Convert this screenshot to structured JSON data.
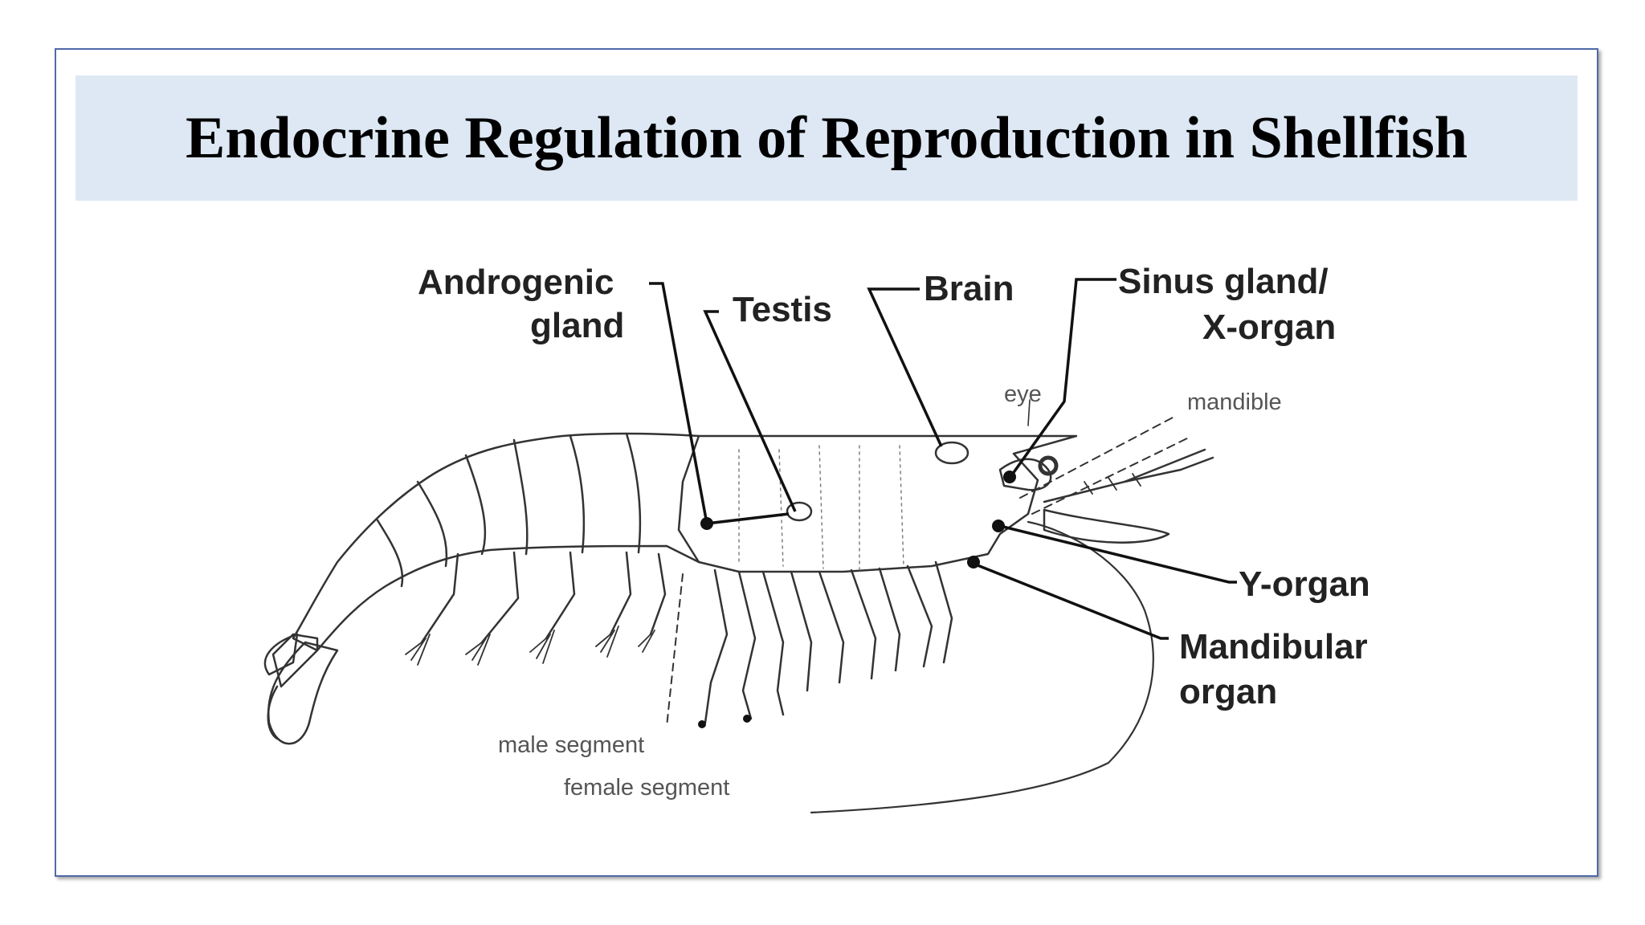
{
  "slide": {
    "title": "Endocrine Regulation of Reproduction in Shellfish",
    "title_band_color": "#dde8f4",
    "frame_color": "#4f6aa8"
  },
  "diagram": {
    "labels": {
      "androgenic_gland_1": "Androgenic",
      "androgenic_gland_2": "gland",
      "testis": "Testis",
      "brain": "Brain",
      "sinus_gland_1": "Sinus gland/",
      "sinus_gland_2": "X-organ",
      "eye": "eye",
      "mandible": "mandible",
      "y_organ": "Y-organ",
      "mandibular_organ_1": "Mandibular",
      "mandibular_organ_2": "organ",
      "male_segment": "male segment",
      "female_segment": "female segment"
    }
  }
}
